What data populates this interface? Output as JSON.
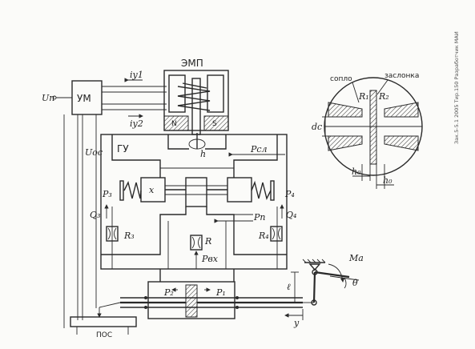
{
  "diagram": {
    "labels": {
      "emp": "ЭМП",
      "um": "УМ",
      "gu": "ГУ",
      "u_p": "Uп",
      "u_oc": "Uос",
      "i_y1": "iу1",
      "i_y2": "iу2",
      "n_pole": "N",
      "s_pole": "S",
      "h": "h",
      "p_sl": "Pсл",
      "p_n": "Pп",
      "p_3": "P₃",
      "p_4": "P₄",
      "q_3": "Q₃",
      "q_4": "Q₄",
      "x": "x",
      "r_3": "R₃",
      "r_4": "R₄",
      "r": "R",
      "p_vx": "Pвх",
      "p_2": "P₂",
      "p_1": "P₁",
      "l": "ℓ",
      "y": "y",
      "m_a": "Mа",
      "theta": "θ",
      "pos": "ПОС"
    },
    "detail": {
      "soplo": "сопло",
      "zaslonka": "заслонка",
      "r1": "R₁",
      "r2": "R₂",
      "dc": "dc",
      "h0_left": "h₀",
      "h0_right": "h₀"
    },
    "margin_note": "Зак.5-5.1 2005  Тир.150  Разработчик МАИ"
  },
  "colors": {
    "ink": "#2a2a2a",
    "paper": "#fbfbf9"
  }
}
